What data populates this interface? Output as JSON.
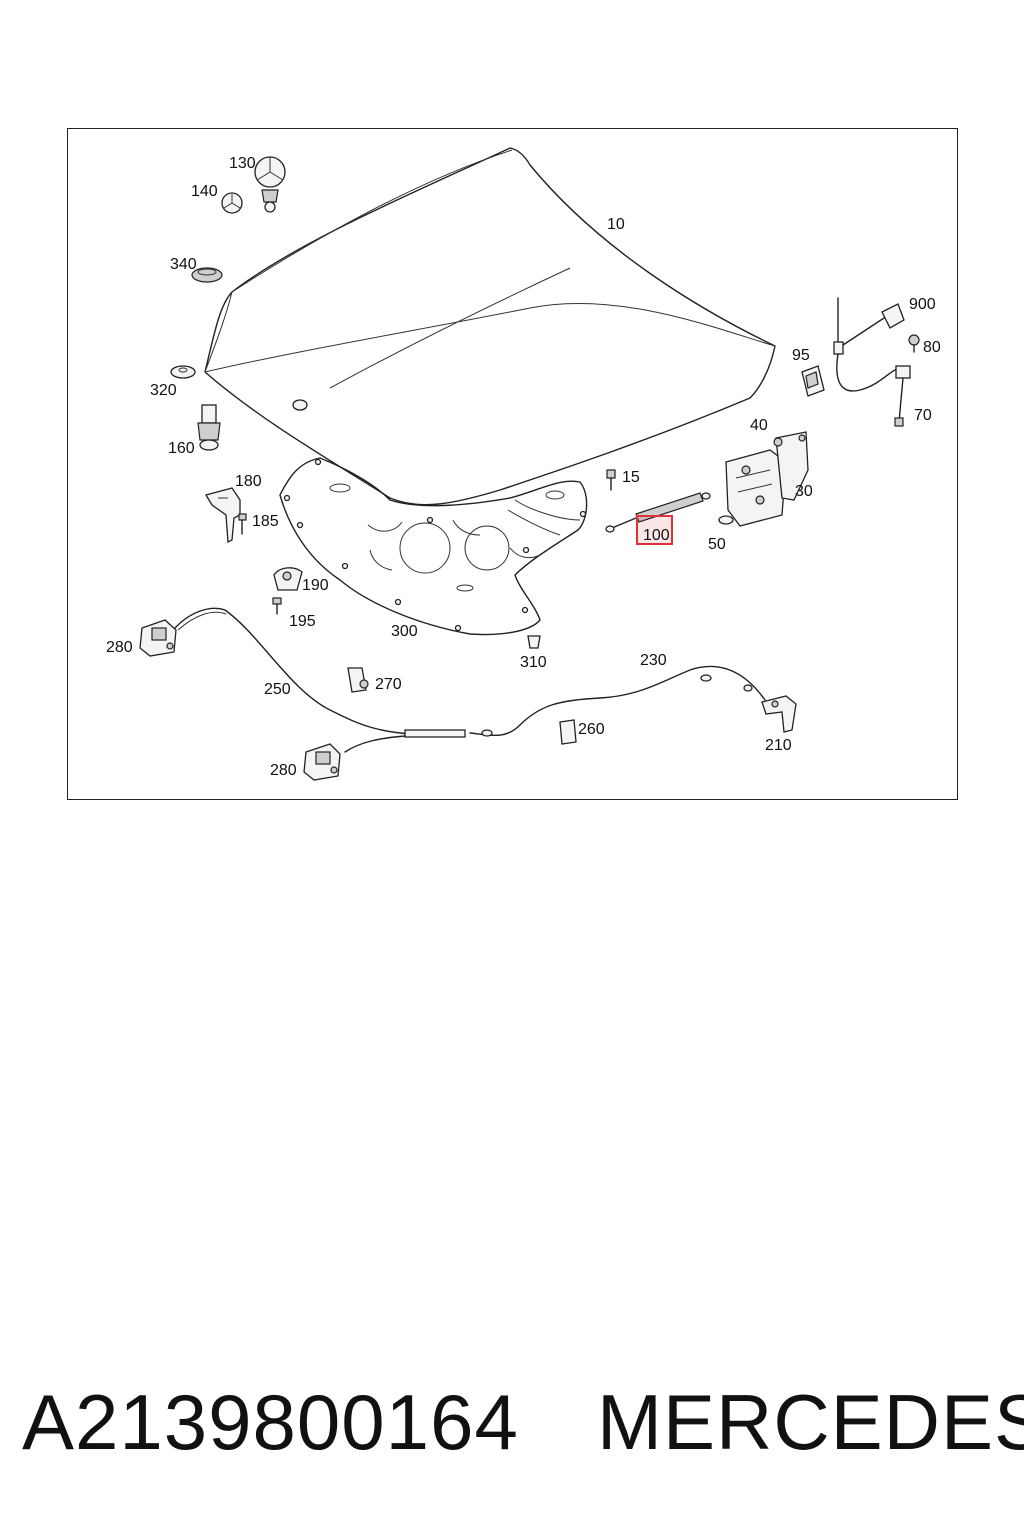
{
  "diagram": {
    "callouts": [
      "10",
      "15",
      "30",
      "40",
      "50",
      "70",
      "80",
      "95",
      "100",
      "130",
      "140",
      "160",
      "180",
      "185",
      "190",
      "195",
      "210",
      "230",
      "250",
      "260",
      "270",
      "280",
      "280",
      "300",
      "310",
      "320",
      "340",
      "900"
    ],
    "highlighted_callout": "100",
    "highlight_color": "#e0313a"
  },
  "caption": {
    "part_number": "A2139800164",
    "brand": "MERCEDES"
  }
}
